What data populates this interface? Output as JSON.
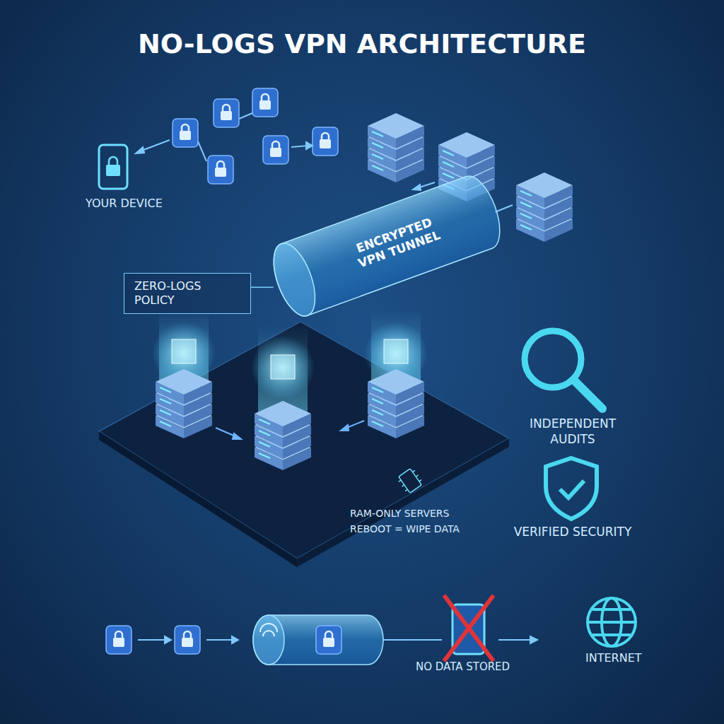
{
  "diagram": {
    "title": "NO-LOGS VPN ARCHITECTURE",
    "nodes": [
      {
        "text": [
          "ZERO-LOGS POLICY"
        ]
      },
      {
        "text": [
          "ENCRYPTED VPN TUNNEL"
        ]
      }
    ],
    "edges": [
      {
        "from": 0,
        "to": 1,
        "arrow": "none"
      }
    ],
    "labels": [
      "YOUR DEVICE",
      "RAM-ONLY SERVERS",
      "REBOOT = WIPE DATA",
      "INDEPENDENT AUDITS",
      "VERIFIED SECURITY",
      "NO DATA STORED",
      "INTERNET"
    ]
  }
}
